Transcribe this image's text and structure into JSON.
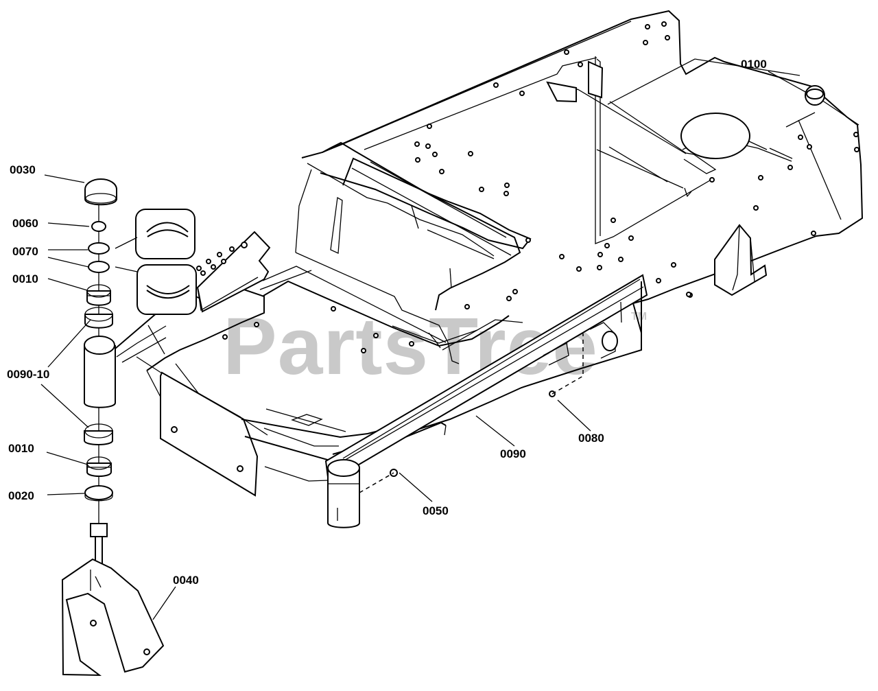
{
  "labels": {
    "p0030": "0030",
    "p0060": "0060",
    "p0070": "0070",
    "p0010_top": "0010",
    "p0090_10": "0090-10",
    "p0010_bottom": "0010",
    "p0020": "0020",
    "p0040": "0040",
    "p0050": "0050",
    "p0090": "0090",
    "p0080": "0080",
    "p0100": "0100"
  },
  "watermark": {
    "text": "PartsTree",
    "tm": "TM"
  }
}
